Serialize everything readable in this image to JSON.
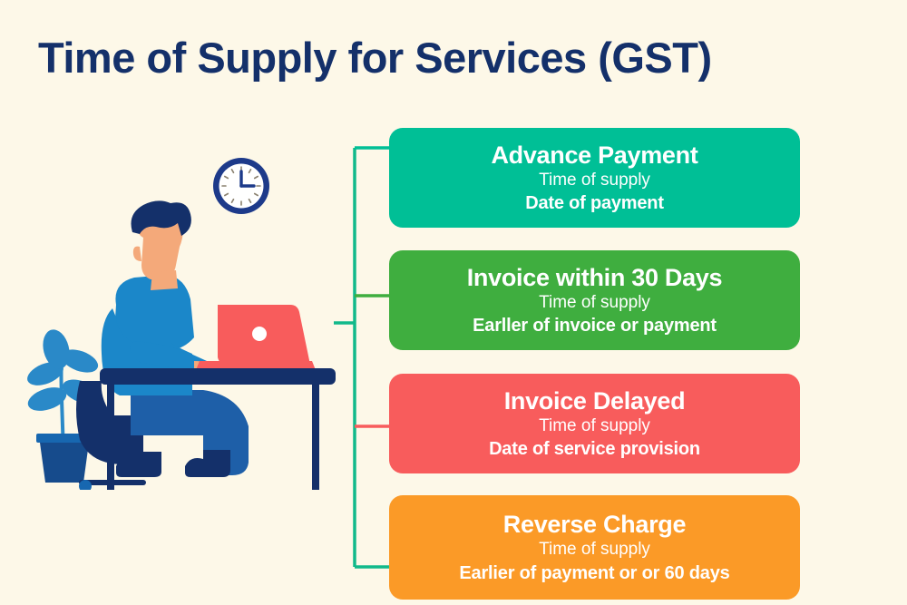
{
  "page": {
    "title": "Time of Supply for Services (GST)",
    "background_color": "#FDF8E8",
    "title_color": "#14306A"
  },
  "illustration": {
    "name": "person-working-at-desk-illustration",
    "elements": {
      "clock": "wall-clock-icon",
      "laptop": "laptop-icon",
      "plant": "potted-plant-icon",
      "chair": "office-chair-icon",
      "desk": "desk-icon",
      "person": "seated-person-figure"
    },
    "colors": {
      "navy": "#14306A",
      "shirt_blue": "#1B87C9",
      "jeans_blue": "#1E5FA8",
      "skin": "#F4A97A",
      "laptop_red": "#F85C5C",
      "plant_leaf": "#2A89C8",
      "plant_pot": "#164B8C",
      "clock_face": "#FFFFFF"
    }
  },
  "connectors": {
    "trunk_color": "#11B98A",
    "branch_colors": [
      "#00BF96",
      "#3FAE3F",
      "#F85C5C",
      "#F0932B"
    ]
  },
  "cards": [
    {
      "title": "Advance Payment",
      "subtitle": "Time of supply",
      "value": "Date of payment",
      "color": "#00BF96",
      "name": "card-advance-payment"
    },
    {
      "title": "Invoice within 30 Days",
      "subtitle": "Time of supply",
      "value": "Earller of invoice or payment",
      "color": "#3FAE3F",
      "name": "card-invoice-within-30-days"
    },
    {
      "title": "Invoice Delayed",
      "subtitle": "Time of supply",
      "value": "Date of service provision",
      "color": "#F85C5C",
      "name": "card-invoice-delayed"
    },
    {
      "title": "Reverse Charge",
      "subtitle": "Time of supply",
      "value": "Earlier of payment or or 60 days",
      "color": "#FB9A27",
      "name": "card-reverse-charge"
    }
  ]
}
